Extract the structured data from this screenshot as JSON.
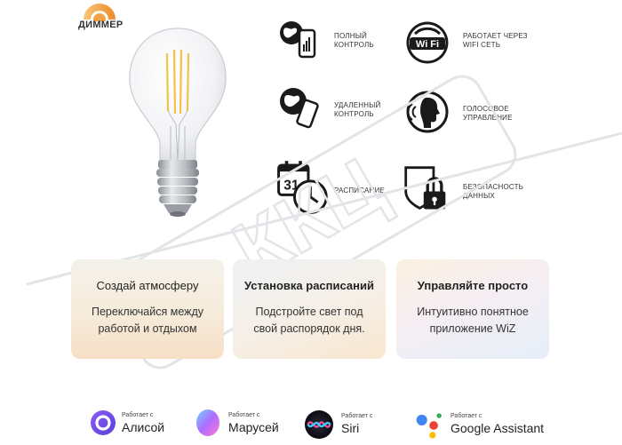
{
  "dimmer": {
    "label": "ДИММЕР"
  },
  "features": [
    {
      "icon": "globe-phone-icon",
      "text": "ПОЛНЫЙ\nКОНТРОЛЬ"
    },
    {
      "icon": "wifi-icon",
      "text": "РАБОТАЕТ ЧЕРЕЗ\nWIFI СЕТЬ",
      "badge": "Wi Fi"
    },
    {
      "icon": "remote-globe-phone-icon",
      "text": "УДАЛЕННЫЙ\nКОНТРОЛЬ"
    },
    {
      "icon": "voice-head-icon",
      "text": "ГОЛОСОВОЕ\nУПРАВЛЕНИЕ"
    },
    {
      "icon": "calendar-clock-icon",
      "text": "РАСПИСАНИЕ",
      "badge": "31"
    },
    {
      "icon": "shield-lock-icon",
      "text": "БЕЗОПАСНОСТЬ\nДАННЫХ"
    }
  ],
  "watermark": "ККЦ",
  "cards": [
    {
      "title": "Создай атмосферу",
      "body": "Переключайся между\nработой и отдыхом"
    },
    {
      "title": "Установка расписаний",
      "body": "Подстройте свет под\nсвой распорядок дня."
    },
    {
      "title": "Управляйте просто",
      "body": "Интуитивно понятное\nприложение WiZ"
    }
  ],
  "assistants": [
    {
      "icon": "alice-logo-icon",
      "small": "Работает с",
      "name": "Алисой"
    },
    {
      "icon": "marusya-logo-icon",
      "small": "Работает с",
      "name": "Марусей"
    },
    {
      "icon": "siri-logo-icon",
      "small": "Работает с",
      "name": "Siri"
    },
    {
      "icon": "google-assistant-logo-icon",
      "small": "Работает с",
      "name": "Google Assistant"
    }
  ],
  "colors": {
    "dimmer_gradient": [
      "#f6b25a",
      "#f08a2c"
    ],
    "icon": "#1a1a1a"
  }
}
